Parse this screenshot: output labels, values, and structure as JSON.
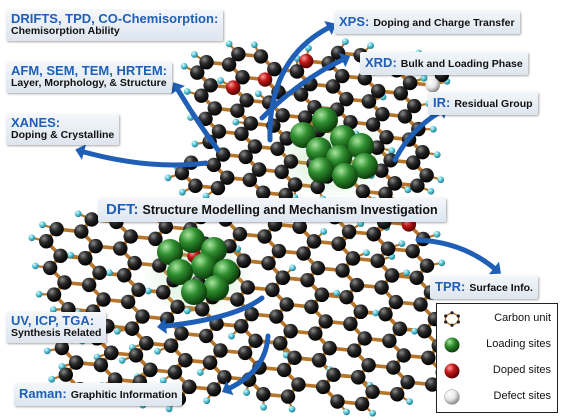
{
  "labels": {
    "drifts": {
      "heading": "DRIFTS, TPD, CO-Chemisorption:",
      "sub": "Chemisorption Ability"
    },
    "afm": {
      "heading": "AFM, SEM, TEM, HRTEM:",
      "sub": "Layer, Morphology, & Structure"
    },
    "xanes": {
      "heading": "XANES:",
      "sub": "Doping & Crystalline"
    },
    "xps": {
      "heading": "XPS:",
      "sub": "Doping and Charge Transfer"
    },
    "xrd": {
      "heading": "XRD:",
      "sub": "Bulk and Loading Phase"
    },
    "ir": {
      "heading": "IR:",
      "sub": "Residual Group"
    },
    "dft": {
      "heading": "DFT:",
      "sub": "Structure Modelling and Mechanism Investigation"
    },
    "tpr": {
      "heading": "TPR:",
      "sub": "Surface Info."
    },
    "uv": {
      "heading": "UV, ICP, TGA:",
      "sub": "Synthesis Related"
    },
    "raman": {
      "heading": "Raman:",
      "sub": "Graphitic Information"
    }
  },
  "legend": {
    "items": [
      {
        "label": "Carbon unit",
        "icon": "carbon-ring-icon"
      },
      {
        "label": "Loading sites",
        "icon": "green-sphere-icon",
        "color": "#2e8b2e"
      },
      {
        "label": "Doped sites",
        "icon": "red-sphere-icon",
        "color": "#b01818"
      },
      {
        "label": "Defect sites",
        "icon": "white-sphere-icon",
        "color": "#d8d8d8"
      }
    ]
  },
  "colors": {
    "accent_blue": "#1f5fb5",
    "carbon": "#1a1a1a",
    "hydrogen": "#5fc8d8",
    "bond": "#b5752a",
    "loading": "#2e8b2e",
    "doped": "#b01818",
    "defect": "#d8d8d8"
  }
}
